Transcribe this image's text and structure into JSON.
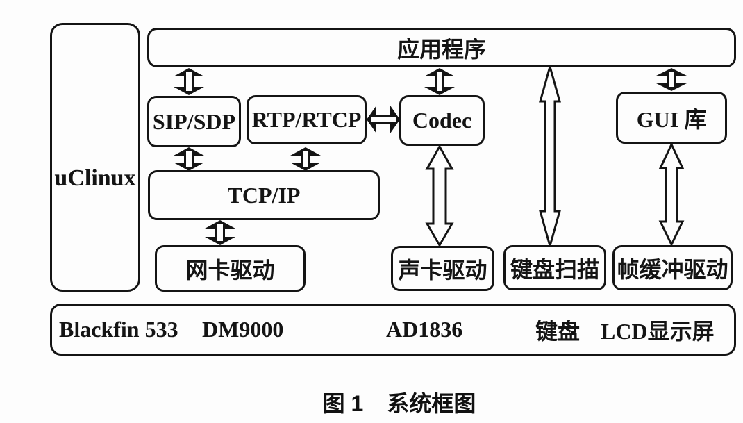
{
  "figure": {
    "caption": {
      "prefix": "图 1",
      "title": "系统框图"
    }
  },
  "os": {
    "label": "uClinux"
  },
  "app": {
    "label": "应用程序"
  },
  "middleware": {
    "sip": {
      "label": "SIP/SDP"
    },
    "rtp": {
      "label": "RTP/RTCP"
    },
    "codec": {
      "label": "Codec"
    },
    "gui": {
      "label": "GUI 库"
    },
    "tcp": {
      "label": "TCP/IP"
    }
  },
  "drivers": {
    "network": {
      "label": "网卡驱动"
    },
    "sound": {
      "label": "声卡驱动"
    },
    "keyboard": {
      "label": "键盘扫描"
    },
    "framebuffer": {
      "label": "帧缓冲驱动"
    }
  },
  "hardware": {
    "cpu": {
      "label": "Blackfin 533"
    },
    "ethernet": {
      "label": "DM9000"
    },
    "audio": {
      "label": "AD1836"
    },
    "keyboard": {
      "label": "键盘"
    },
    "lcd": {
      "label": "LCD显示屏"
    }
  },
  "colors": {
    "line": "#141414",
    "background": "#fdfdfd"
  }
}
